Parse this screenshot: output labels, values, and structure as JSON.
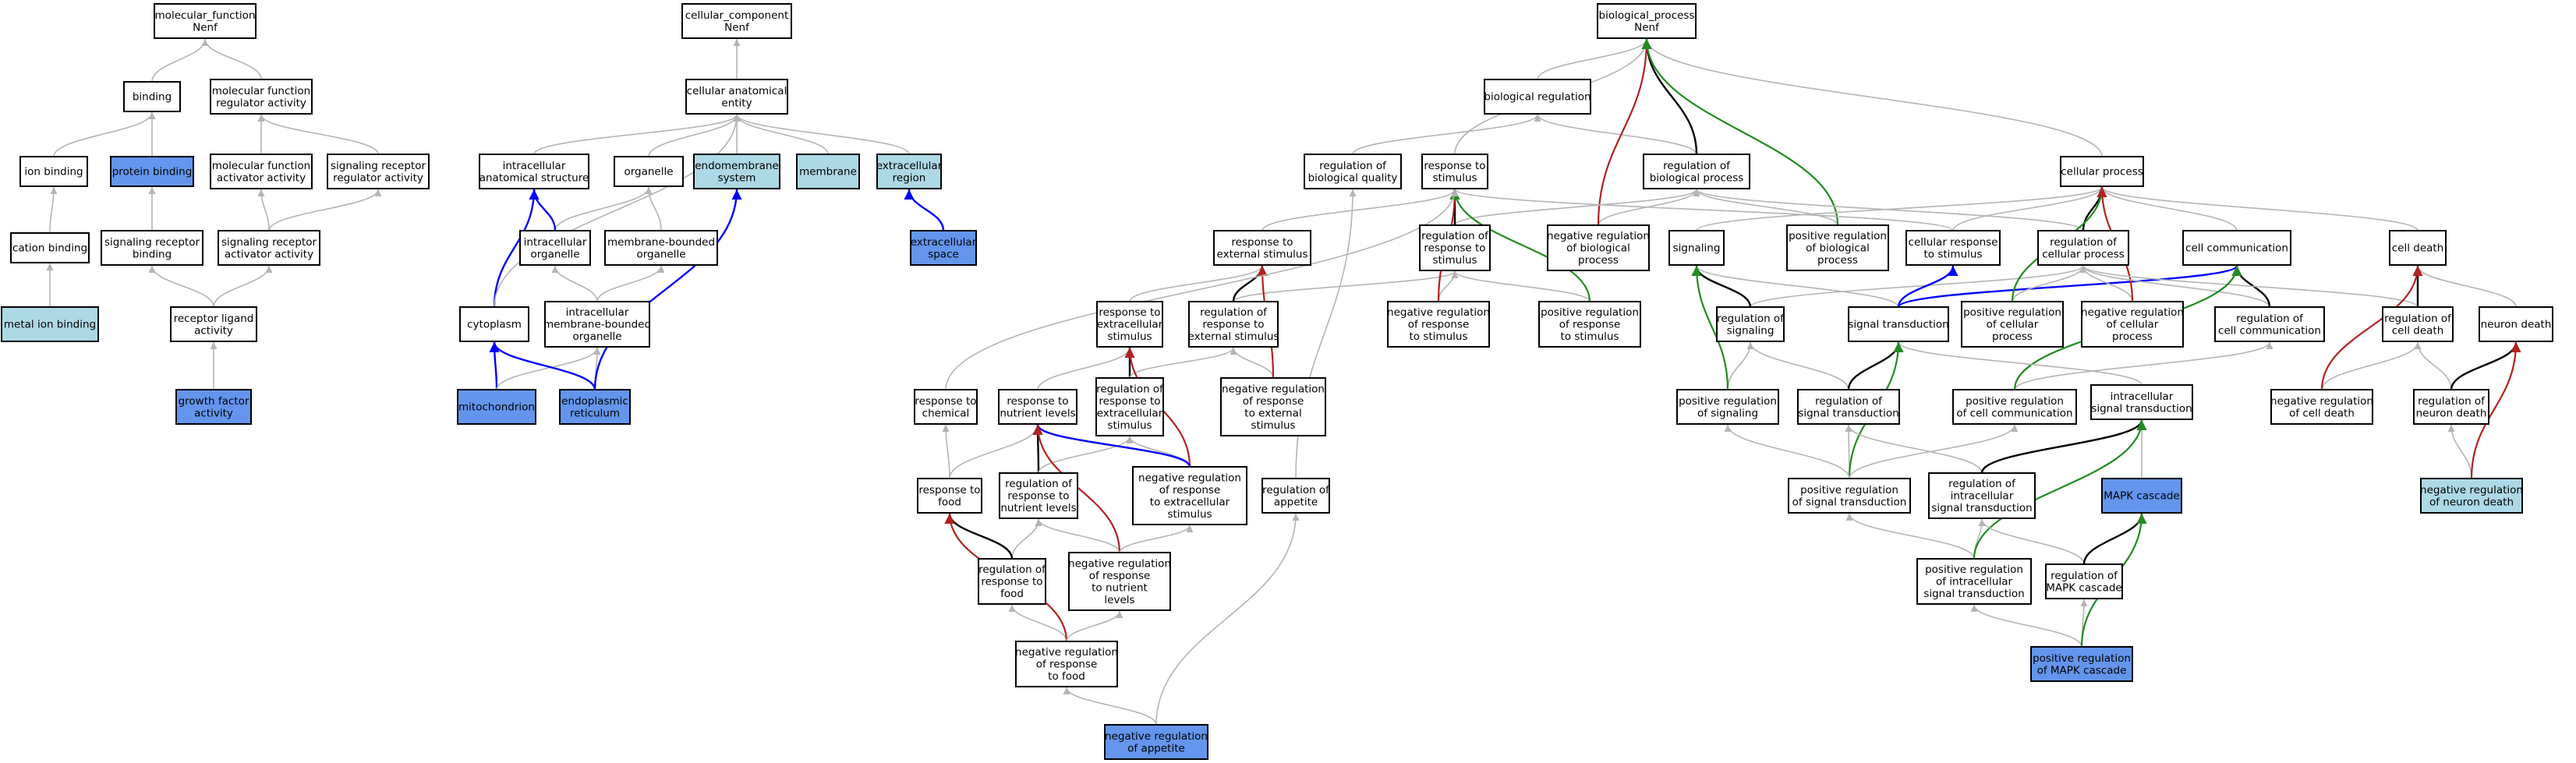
{
  "colors": {
    "plain": "#ffffff",
    "light_blue": "#add8e6",
    "cornflower": "#6495ed",
    "edge_is_a": "#b4b4b4",
    "edge_part_of": "#0000ff",
    "edge_regulates": "#000000",
    "edge_negatively_regulates": "#b22222",
    "edge_positively_regulates": "#228b22"
  },
  "nodes": [
    {
      "id": "mf",
      "lines": [
        "molecular_function",
        "Nenf"
      ],
      "fill": "plain"
    },
    {
      "id": "binding",
      "lines": [
        "binding"
      ],
      "fill": "plain"
    },
    {
      "id": "mfra",
      "lines": [
        "molecular function",
        "regulator activity"
      ],
      "fill": "plain"
    },
    {
      "id": "ionbinding",
      "lines": [
        "ion binding"
      ],
      "fill": "plain"
    },
    {
      "id": "proteinbinding",
      "lines": [
        "protein binding"
      ],
      "fill": "cornflower"
    },
    {
      "id": "mfaa",
      "lines": [
        "molecular function",
        "activator activity"
      ],
      "fill": "plain"
    },
    {
      "id": "srra",
      "lines": [
        "signaling receptor",
        "regulator activity"
      ],
      "fill": "plain"
    },
    {
      "id": "cationbinding",
      "lines": [
        "cation binding"
      ],
      "fill": "plain"
    },
    {
      "id": "srbinding",
      "lines": [
        "signaling receptor",
        "binding"
      ],
      "fill": "plain"
    },
    {
      "id": "sraa",
      "lines": [
        "signaling receptor",
        "activator activity"
      ],
      "fill": "plain"
    },
    {
      "id": "metalion",
      "lines": [
        "metal ion binding"
      ],
      "fill": "light_blue"
    },
    {
      "id": "rla",
      "lines": [
        "receptor ligand",
        "activity"
      ],
      "fill": "plain"
    },
    {
      "id": "gfa",
      "lines": [
        "growth factor",
        "activity"
      ],
      "fill": "cornflower"
    },
    {
      "id": "cc",
      "lines": [
        "cellular_component",
        "Nenf"
      ],
      "fill": "plain"
    },
    {
      "id": "cae",
      "lines": [
        "cellular anatomical",
        "entity"
      ],
      "fill": "plain"
    },
    {
      "id": "ias",
      "lines": [
        "intracellular",
        "anatomical structure"
      ],
      "fill": "plain"
    },
    {
      "id": "organelle",
      "lines": [
        "organelle"
      ],
      "fill": "plain"
    },
    {
      "id": "endomem",
      "lines": [
        "endomembrane",
        "system"
      ],
      "fill": "light_blue"
    },
    {
      "id": "membrane",
      "lines": [
        "membrane"
      ],
      "fill": "light_blue"
    },
    {
      "id": "extreg",
      "lines": [
        "extracellular",
        "region"
      ],
      "fill": "light_blue"
    },
    {
      "id": "intorg",
      "lines": [
        "intracellular",
        "organelle"
      ],
      "fill": "plain"
    },
    {
      "id": "mbo",
      "lines": [
        "membrane-bounded",
        "organelle"
      ],
      "fill": "plain"
    },
    {
      "id": "extspace",
      "lines": [
        "extracellular",
        "space"
      ],
      "fill": "cornflower"
    },
    {
      "id": "cytoplasm",
      "lines": [
        "cytoplasm"
      ],
      "fill": "plain"
    },
    {
      "id": "imbo",
      "lines": [
        "intracellular",
        "membrane-bounded",
        "organelle"
      ],
      "fill": "plain"
    },
    {
      "id": "mito",
      "lines": [
        "mitochondrion"
      ],
      "fill": "cornflower"
    },
    {
      "id": "er",
      "lines": [
        "endoplasmic",
        "reticulum"
      ],
      "fill": "cornflower"
    },
    {
      "id": "bp",
      "lines": [
        "biological_process",
        "Nenf"
      ],
      "fill": "plain"
    },
    {
      "id": "bioreg",
      "lines": [
        "biological regulation"
      ],
      "fill": "plain"
    },
    {
      "id": "rbq",
      "lines": [
        "regulation of",
        "biological quality"
      ],
      "fill": "plain"
    },
    {
      "id": "rts",
      "lines": [
        "response to",
        "stimulus"
      ],
      "fill": "plain"
    },
    {
      "id": "rbp",
      "lines": [
        "regulation of",
        "biological process"
      ],
      "fill": "plain"
    },
    {
      "id": "cellproc",
      "lines": [
        "cellular process"
      ],
      "fill": "plain"
    },
    {
      "id": "res",
      "lines": [
        "response to",
        "external stimulus"
      ],
      "fill": "plain"
    },
    {
      "id": "rrts",
      "lines": [
        "regulation of",
        "response to",
        "stimulus"
      ],
      "fill": "plain"
    },
    {
      "id": "nrbp",
      "lines": [
        "negative regulation",
        "of biological",
        "process"
      ],
      "fill": "plain"
    },
    {
      "id": "signaling",
      "lines": [
        "signaling"
      ],
      "fill": "plain"
    },
    {
      "id": "prbp",
      "lines": [
        "positive regulation",
        "of biological",
        "process"
      ],
      "fill": "plain"
    },
    {
      "id": "crts",
      "lines": [
        "cellular response",
        "to stimulus"
      ],
      "fill": "plain"
    },
    {
      "id": "rcp",
      "lines": [
        "regulation of",
        "cellular process"
      ],
      "fill": "plain"
    },
    {
      "id": "cellcomm",
      "lines": [
        "cell communication"
      ],
      "fill": "plain"
    },
    {
      "id": "celldeath",
      "lines": [
        "cell death"
      ],
      "fill": "plain"
    },
    {
      "id": "rtes",
      "lines": [
        "response to",
        "extracellular",
        "stimulus"
      ],
      "fill": "plain"
    },
    {
      "id": "rres",
      "lines": [
        "regulation of",
        "response to",
        "external stimulus"
      ],
      "fill": "plain"
    },
    {
      "id": "nrrts",
      "lines": [
        "negative regulation",
        "of response",
        "to stimulus"
      ],
      "fill": "plain"
    },
    {
      "id": "prrts",
      "lines": [
        "positive regulation",
        "of response",
        "to stimulus"
      ],
      "fill": "plain"
    },
    {
      "id": "rsig",
      "lines": [
        "regulation of",
        "signaling"
      ],
      "fill": "plain"
    },
    {
      "id": "sigtrans",
      "lines": [
        "signal transduction"
      ],
      "fill": "plain"
    },
    {
      "id": "prcp",
      "lines": [
        "positive regulation",
        "of cellular",
        "process"
      ],
      "fill": "plain"
    },
    {
      "id": "nrcp",
      "lines": [
        "negative regulation",
        "of cellular",
        "process"
      ],
      "fill": "plain"
    },
    {
      "id": "rcc",
      "lines": [
        "regulation of",
        "cell communication"
      ],
      "fill": "plain"
    },
    {
      "id": "rcd",
      "lines": [
        "regulation of",
        "cell death"
      ],
      "fill": "plain"
    },
    {
      "id": "neurondeath",
      "lines": [
        "neuron death"
      ],
      "fill": "plain"
    },
    {
      "id": "nrres",
      "lines": [
        "negative regulation",
        "of response",
        "to external",
        "stimulus"
      ],
      "fill": "plain"
    },
    {
      "id": "rtchem",
      "lines": [
        "response to",
        "chemical"
      ],
      "fill": "plain"
    },
    {
      "id": "rtnl",
      "lines": [
        "response to",
        "nutrient levels"
      ],
      "fill": "plain"
    },
    {
      "id": "rrtes",
      "lines": [
        "regulation of",
        "response to",
        "extracellular",
        "stimulus"
      ],
      "fill": "plain"
    },
    {
      "id": "prsig",
      "lines": [
        "positive regulation",
        "of signaling"
      ],
      "fill": "plain"
    },
    {
      "id": "rst",
      "lines": [
        "regulation of",
        "signal transduction"
      ],
      "fill": "plain"
    },
    {
      "id": "prcc",
      "lines": [
        "positive regulation",
        "of cell communication"
      ],
      "fill": "plain"
    },
    {
      "id": "ist",
      "lines": [
        "intracellular",
        "signal transduction"
      ],
      "fill": "plain"
    },
    {
      "id": "nrcd",
      "lines": [
        "negative regulation",
        "of cell death"
      ],
      "fill": "plain"
    },
    {
      "id": "rnd",
      "lines": [
        "regulation of",
        "neuron death"
      ],
      "fill": "plain"
    },
    {
      "id": "rtf",
      "lines": [
        "response to",
        "food"
      ],
      "fill": "plain"
    },
    {
      "id": "rrtnl",
      "lines": [
        "regulation of",
        "response to",
        "nutrient levels"
      ],
      "fill": "plain"
    },
    {
      "id": "nrrtes",
      "lines": [
        "negative regulation",
        "of response",
        "to extracellular",
        "stimulus"
      ],
      "fill": "plain"
    },
    {
      "id": "rapp",
      "lines": [
        "regulation of",
        "appetite"
      ],
      "fill": "plain"
    },
    {
      "id": "prst",
      "lines": [
        "positive regulation",
        "of signal transduction"
      ],
      "fill": "plain"
    },
    {
      "id": "rist",
      "lines": [
        "regulation of",
        "intracellular",
        "signal transduction"
      ],
      "fill": "plain"
    },
    {
      "id": "mapk",
      "lines": [
        "MAPK cascade"
      ],
      "fill": "cornflower"
    },
    {
      "id": "nrnd",
      "lines": [
        "negative regulation",
        "of neuron death"
      ],
      "fill": "light_blue"
    },
    {
      "id": "rrtf",
      "lines": [
        "regulation of",
        "response to",
        "food"
      ],
      "fill": "plain"
    },
    {
      "id": "nrrtnl",
      "lines": [
        "negative regulation",
        "of response",
        "to nutrient",
        "levels"
      ],
      "fill": "plain"
    },
    {
      "id": "prist",
      "lines": [
        "positive regulation",
        "of intracellular",
        "signal transduction"
      ],
      "fill": "plain"
    },
    {
      "id": "rmapk",
      "lines": [
        "regulation of",
        "MAPK cascade"
      ],
      "fill": "plain"
    },
    {
      "id": "nrrtf",
      "lines": [
        "negative regulation",
        "of response",
        "to food"
      ],
      "fill": "plain"
    },
    {
      "id": "prmapk",
      "lines": [
        "positive regulation",
        "of MAPK cascade"
      ],
      "fill": "cornflower"
    },
    {
      "id": "napp",
      "lines": [
        "negative regulation",
        "of appetite"
      ],
      "fill": "cornflower"
    }
  ],
  "edges": [
    [
      "binding",
      "mf",
      "is_a"
    ],
    [
      "mfra",
      "mf",
      "is_a"
    ],
    [
      "ionbinding",
      "binding",
      "is_a"
    ],
    [
      "proteinbinding",
      "binding",
      "is_a"
    ],
    [
      "mfaa",
      "mfra",
      "is_a"
    ],
    [
      "srra",
      "mfra",
      "is_a"
    ],
    [
      "cationbinding",
      "ionbinding",
      "is_a"
    ],
    [
      "srbinding",
      "proteinbinding",
      "is_a"
    ],
    [
      "sraa",
      "mfaa",
      "is_a"
    ],
    [
      "sraa",
      "srra",
      "is_a"
    ],
    [
      "metalion",
      "cationbinding",
      "is_a"
    ],
    [
      "rla",
      "srbinding",
      "is_a"
    ],
    [
      "rla",
      "sraa",
      "is_a"
    ],
    [
      "gfa",
      "rla",
      "is_a"
    ],
    [
      "cae",
      "cc",
      "is_a"
    ],
    [
      "ias",
      "cae",
      "is_a"
    ],
    [
      "organelle",
      "cae",
      "is_a"
    ],
    [
      "endomem",
      "cae",
      "is_a"
    ],
    [
      "membrane",
      "cae",
      "is_a"
    ],
    [
      "extreg",
      "cae",
      "is_a"
    ],
    [
      "intorg",
      "organelle",
      "is_a"
    ],
    [
      "intorg",
      "ias",
      "part_of"
    ],
    [
      "mbo",
      "organelle",
      "is_a"
    ],
    [
      "extspace",
      "extreg",
      "part_of"
    ],
    [
      "cytoplasm",
      "ias",
      "part_of"
    ],
    [
      "cytoplasm",
      "cae",
      "is_a"
    ],
    [
      "imbo",
      "intorg",
      "is_a"
    ],
    [
      "imbo",
      "mbo",
      "is_a"
    ],
    [
      "mito",
      "cytoplasm",
      "part_of"
    ],
    [
      "mito",
      "imbo",
      "is_a"
    ],
    [
      "er",
      "cytoplasm",
      "part_of"
    ],
    [
      "er",
      "imbo",
      "is_a"
    ],
    [
      "er",
      "endomem",
      "part_of"
    ],
    [
      "bioreg",
      "bp",
      "is_a"
    ],
    [
      "rts",
      "bp",
      "is_a"
    ],
    [
      "cellproc",
      "bp",
      "is_a"
    ],
    [
      "rbq",
      "bioreg",
      "is_a"
    ],
    [
      "rbp",
      "bioreg",
      "is_a"
    ],
    [
      "rbp",
      "bp",
      "regulates"
    ],
    [
      "nrbp",
      "rbp",
      "is_a"
    ],
    [
      "nrbp",
      "bp",
      "negatively_regulates"
    ],
    [
      "prbp",
      "rbp",
      "is_a"
    ],
    [
      "prbp",
      "bp",
      "positively_regulates"
    ],
    [
      "res",
      "rts",
      "is_a"
    ],
    [
      "rrts",
      "rbp",
      "is_a"
    ],
    [
      "rrts",
      "rts",
      "regulates"
    ],
    [
      "signaling",
      "cellproc",
      "is_a"
    ],
    [
      "crts",
      "rts",
      "is_a"
    ],
    [
      "crts",
      "cellproc",
      "is_a"
    ],
    [
      "rcp",
      "rbp",
      "is_a"
    ],
    [
      "rcp",
      "cellproc",
      "regulates"
    ],
    [
      "cellcomm",
      "cellproc",
      "is_a"
    ],
    [
      "celldeath",
      "cellproc",
      "is_a"
    ],
    [
      "rtes",
      "res",
      "is_a"
    ],
    [
      "rres",
      "rrts",
      "is_a"
    ],
    [
      "rres",
      "res",
      "regulates"
    ],
    [
      "nrrts",
      "rrts",
      "is_a"
    ],
    [
      "nrrts",
      "rts",
      "negatively_regulates"
    ],
    [
      "prrts",
      "rrts",
      "is_a"
    ],
    [
      "prrts",
      "rts",
      "positively_regulates"
    ],
    [
      "rsig",
      "rcp",
      "is_a"
    ],
    [
      "rsig",
      "signaling",
      "regulates"
    ],
    [
      "sigtrans",
      "signaling",
      "is_a"
    ],
    [
      "sigtrans",
      "crts",
      "part_of"
    ],
    [
      "sigtrans",
      "cellcomm",
      "part_of"
    ],
    [
      "prcp",
      "rcp",
      "is_a"
    ],
    [
      "prcp",
      "cellproc",
      "positively_regulates"
    ],
    [
      "nrcp",
      "rcp",
      "is_a"
    ],
    [
      "nrcp",
      "cellproc",
      "negatively_regulates"
    ],
    [
      "rcc",
      "rcp",
      "is_a"
    ],
    [
      "rcc",
      "cellcomm",
      "regulates"
    ],
    [
      "rcd",
      "rcp",
      "is_a"
    ],
    [
      "rcd",
      "celldeath",
      "regulates"
    ],
    [
      "neurondeath",
      "celldeath",
      "is_a"
    ],
    [
      "nrres",
      "rres",
      "is_a"
    ],
    [
      "nrres",
      "res",
      "negatively_regulates"
    ],
    [
      "rtchem",
      "rts",
      "is_a"
    ],
    [
      "rtnl",
      "rtes",
      "is_a"
    ],
    [
      "rrtes",
      "rtes",
      "regulates"
    ],
    [
      "rrtes",
      "rres",
      "is_a"
    ],
    [
      "prsig",
      "rsig",
      "is_a"
    ],
    [
      "prsig",
      "signaling",
      "positively_regulates"
    ],
    [
      "rst",
      "rsig",
      "is_a"
    ],
    [
      "rst",
      "sigtrans",
      "regulates"
    ],
    [
      "prcc",
      "rcc",
      "is_a"
    ],
    [
      "prcc",
      "cellcomm",
      "positively_regulates"
    ],
    [
      "ist",
      "sigtrans",
      "is_a"
    ],
    [
      "nrcd",
      "rcd",
      "is_a"
    ],
    [
      "nrcd",
      "celldeath",
      "negatively_regulates"
    ],
    [
      "rnd",
      "rcd",
      "is_a"
    ],
    [
      "rnd",
      "neurondeath",
      "regulates"
    ],
    [
      "rtf",
      "rtnl",
      "is_a"
    ],
    [
      "rtf",
      "rtchem",
      "is_a"
    ],
    [
      "rrtnl",
      "rtnl",
      "regulates"
    ],
    [
      "rrtnl",
      "rrtes",
      "is_a"
    ],
    [
      "nrrtes",
      "rrtes",
      "is_a"
    ],
    [
      "nrrtes",
      "rtes",
      "negatively_regulates"
    ],
    [
      "nrrtes",
      "rtnl",
      "part_of"
    ],
    [
      "rapp",
      "rbq",
      "is_a"
    ],
    [
      "prst",
      "rst",
      "is_a"
    ],
    [
      "prst",
      "sigtrans",
      "positively_regulates"
    ],
    [
      "prst",
      "prsig",
      "is_a"
    ],
    [
      "prst",
      "prcc",
      "is_a"
    ],
    [
      "rist",
      "rst",
      "is_a"
    ],
    [
      "rist",
      "ist",
      "regulates"
    ],
    [
      "mapk",
      "ist",
      "is_a"
    ],
    [
      "nrnd",
      "rnd",
      "is_a"
    ],
    [
      "nrnd",
      "neurondeath",
      "negatively_regulates"
    ],
    [
      "rrtf",
      "rrtnl",
      "is_a"
    ],
    [
      "rrtf",
      "rtf",
      "regulates"
    ],
    [
      "nrrtnl",
      "rrtnl",
      "is_a"
    ],
    [
      "nrrtnl",
      "rtnl",
      "negatively_regulates"
    ],
    [
      "nrrtnl",
      "nrrtes",
      "is_a"
    ],
    [
      "prist",
      "rist",
      "is_a"
    ],
    [
      "prist",
      "prst",
      "is_a"
    ],
    [
      "prist",
      "ist",
      "positively_regulates"
    ],
    [
      "rmapk",
      "rist",
      "is_a"
    ],
    [
      "rmapk",
      "mapk",
      "regulates"
    ],
    [
      "nrrtf",
      "rrtf",
      "is_a"
    ],
    [
      "nrrtf",
      "rtf",
      "negatively_regulates"
    ],
    [
      "nrrtf",
      "nrrtnl",
      "is_a"
    ],
    [
      "prmapk",
      "rmapk",
      "is_a"
    ],
    [
      "prmapk",
      "prist",
      "is_a"
    ],
    [
      "prmapk",
      "mapk",
      "positively_regulates"
    ],
    [
      "napp",
      "nrrtf",
      "is_a"
    ],
    [
      "napp",
      "rapp",
      "is_a"
    ]
  ]
}
